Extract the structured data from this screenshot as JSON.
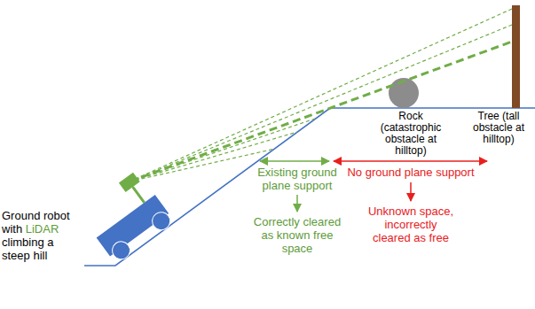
{
  "diagram": {
    "labels": [
      "Ground robot with",
      "LiDAR",
      "climbing a steep hill",
      "Rock (catastrophic obstacle at hilltop)",
      "Tree (tall obstacle at hilltop)",
      "Existing ground plane support",
      "Correctly cleared as known free space",
      "No ground plane support",
      "Unknown space, incorrectly cleared as free"
    ]
  }
}
